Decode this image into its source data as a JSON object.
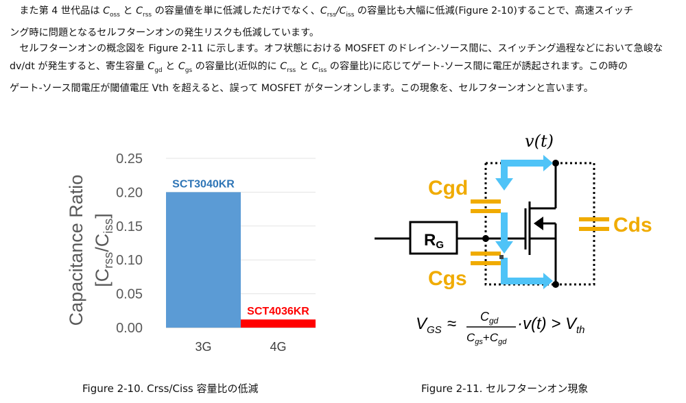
{
  "text": {
    "p1": {
      "a": "また第 4 世代品は ",
      "c1": "C",
      "c1s": "oss",
      "b": " と ",
      "c2": "C",
      "c2s": "rss",
      "c": " の容量値を単に低減しただけでなく、",
      "c3": "C",
      "c3s": "rss",
      "slash": "/",
      "c4": "C",
      "c4s": "iss",
      "d": " の容量比も大幅に低減(Figure 2-10)することで、高速スイッチ",
      "e": "ング時に問題となるセルフターンオンの発生リスクも低減しています。"
    },
    "p2": {
      "a": "セルフターンオンの概念図を Figure 2-11 に示します。オフ状態における MOSFET のドレイン-ソース間に、スイッチング過程などにおいて急峻な",
      "b": "dv/dt が発生すると、寄生容量 ",
      "c1": "C",
      "c1s": "gd",
      "c": " と ",
      "c2": "C",
      "c2s": "gs",
      "d": " の容量比(近似的に ",
      "c3": "C",
      "c3s": "rss",
      "e": " と ",
      "c4": "C",
      "c4s": "iss",
      "f": " の容量比)に応じてゲート-ソース間に電圧が誘起されます。この時の",
      "g": "ゲート-ソース間電圧が閾値電圧 Vth を超えると、誤って MOSFET がターンオンします。この現象を、セルフターンオンと言います。"
    }
  },
  "chart_data": {
    "type": "bar",
    "categories": [
      "3G",
      "4G"
    ],
    "values": [
      0.2,
      0.012
    ],
    "data_labels": [
      "SCT3040KR",
      "SCT4036KR"
    ],
    "colors": [
      "#5b9bd5",
      "#ff0000"
    ],
    "label_colors": [
      "#2e75b6",
      "#ff0000"
    ],
    "ylabel_line1": "Capacitance Ratio",
    "ylabel_line2_prefix": "[C",
    "ylabel_line2_sub1": "rss",
    "ylabel_line2_mid": "/C",
    "ylabel_line2_sub2": "iss",
    "ylabel_line2_suffix": "]",
    "yticks": [
      "0.00",
      "0.05",
      "0.10",
      "0.15",
      "0.20",
      "0.25"
    ],
    "ylim": [
      0,
      0.25
    ],
    "grid": true
  },
  "diagram": {
    "vt_label": "v(t)",
    "cgd": "Cgd",
    "cgs": "Cgs",
    "cds": "Cds",
    "rg_main": "R",
    "rg_sub": "G",
    "accent_color": "#f0ab00",
    "arrow_color": "#4fc3f7",
    "formula": {
      "lhs": "V",
      "lhs_sub": "GS",
      "approx": "≈",
      "num": "C",
      "num_sub": "gd",
      "den_a": "C",
      "den_a_sub": "gs",
      "plus": "+",
      "den_b": "C",
      "den_b_sub": "gd",
      "rest": "·v(t) > ",
      "vth": "V",
      "vth_sub": "th"
    }
  },
  "captions": {
    "fig10": "Figure 2-10. Crss/Ciss 容量比の低減",
    "fig11": "Figure 2-11. セルフターンオン現象"
  }
}
